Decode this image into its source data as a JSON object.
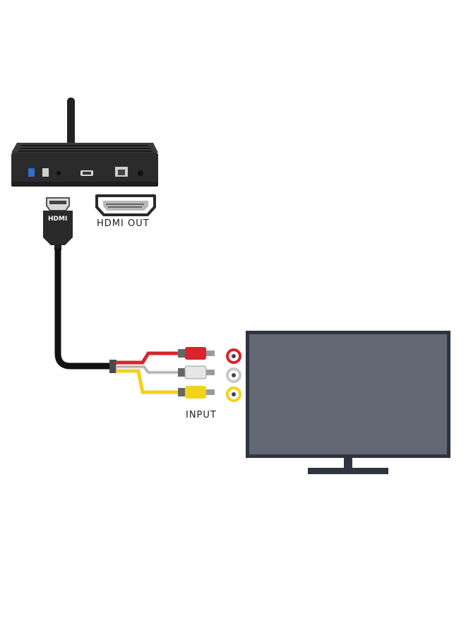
{
  "labels": {
    "hdmi_out": "HDMI OUT",
    "input": "INPUT",
    "connector_logo": "HDMI"
  },
  "colors": {
    "device_body": "#2b2b2b",
    "cable": "#111111",
    "tv_screen": "#626873",
    "tv_frame": "#2f3440",
    "rca_red": "#d8242c",
    "rca_white": "#e6e6e6",
    "rca_yellow": "#f2d21a"
  },
  "icons": {
    "device": "android-tv-box-icon",
    "antenna": "antenna-icon",
    "hdmi_port": "hdmi-port-icon",
    "hdmi_plug": "hdmi-plug-icon",
    "tv": "television-icon",
    "rca_jacks": "rca-jack-icon"
  }
}
